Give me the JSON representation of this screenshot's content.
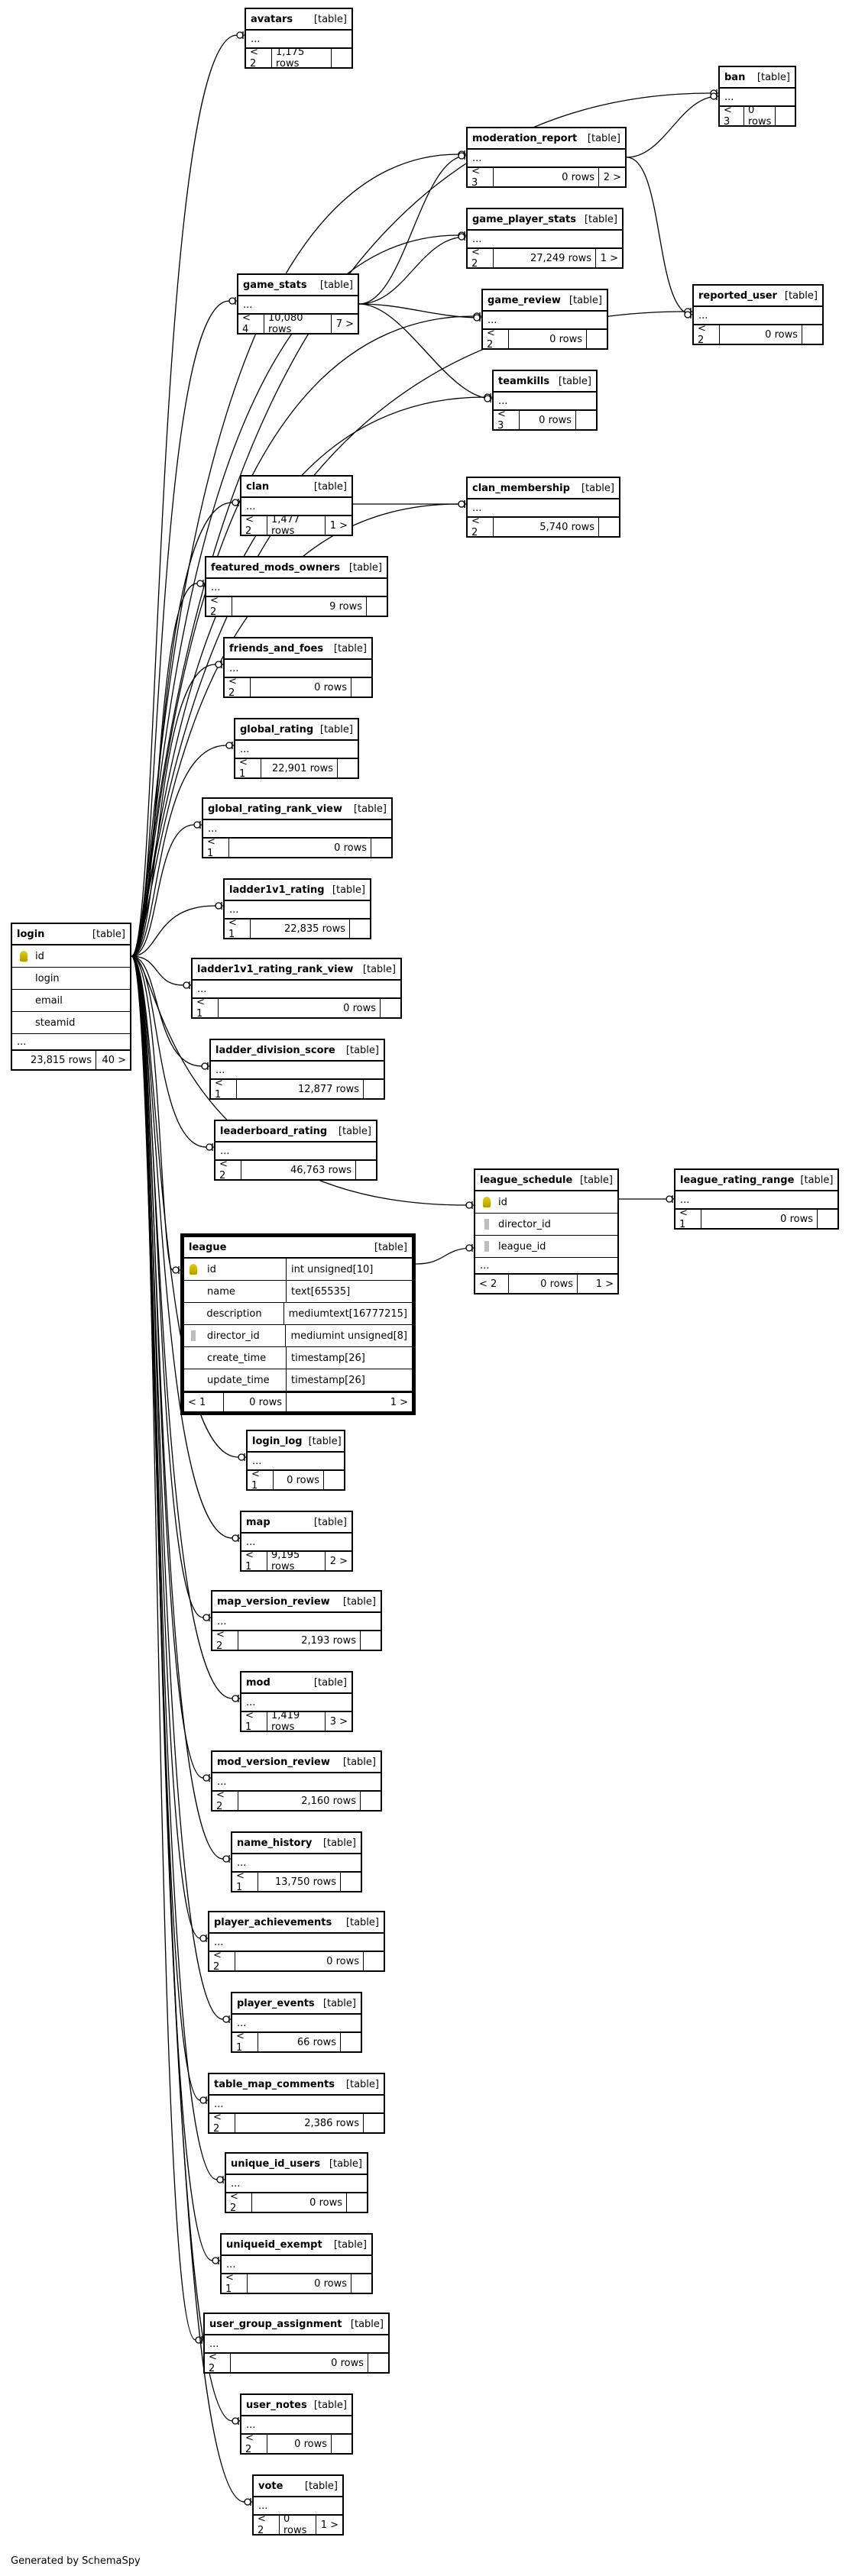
{
  "title": "Generated by SchemaSpy",
  "kind_label": "[table]",
  "ellipsis": "...",
  "main_table": {
    "name": "login",
    "columns": [
      "id",
      "login",
      "email",
      "steamid",
      "..."
    ],
    "footer": [
      "23,815 rows",
      "40 >"
    ]
  },
  "league_table": {
    "name": "league",
    "columns": [
      {
        "name": "id",
        "type": "int unsigned[10]"
      },
      {
        "name": "name",
        "type": "text[65535]"
      },
      {
        "name": "description",
        "type": "mediumtext[16777215]"
      },
      {
        "name": "director_id",
        "type": "mediumint unsigned[8]"
      },
      {
        "name": "create_time",
        "type": "timestamp[26]"
      },
      {
        "name": "update_time",
        "type": "timestamp[26]"
      }
    ],
    "footer": [
      "< 1",
      "0 rows",
      "1 >"
    ]
  },
  "league_schedule": {
    "name": "league_schedule",
    "columns": [
      "id",
      "director_id",
      "league_id",
      "..."
    ],
    "footer": [
      "< 2",
      "0 rows",
      "1 >"
    ]
  },
  "tables": [
    {
      "id": "avatars",
      "name": "avatars",
      "footer": [
        "< 2",
        "1,175 rows"
      ]
    },
    {
      "id": "ban",
      "name": "ban",
      "footer": [
        "< 3",
        "0 rows"
      ]
    },
    {
      "id": "moderation_report",
      "name": "moderation_report",
      "footer": [
        "< 3",
        "0 rows",
        "2 >"
      ]
    },
    {
      "id": "game_player_stats",
      "name": "game_player_stats",
      "footer": [
        "< 2",
        "27,249 rows",
        "1 >"
      ]
    },
    {
      "id": "game_stats",
      "name": "game_stats",
      "footer": [
        "< 4",
        "10,080 rows",
        "7 >"
      ]
    },
    {
      "id": "game_review",
      "name": "game_review",
      "footer": [
        "< 2",
        "0 rows"
      ]
    },
    {
      "id": "reported_user",
      "name": "reported_user",
      "footer": [
        "< 2",
        "0 rows"
      ]
    },
    {
      "id": "teamkills",
      "name": "teamkills",
      "footer": [
        "< 3",
        "0 rows"
      ]
    },
    {
      "id": "clan",
      "name": "clan",
      "footer": [
        "< 2",
        "1,477 rows",
        "1 >"
      ]
    },
    {
      "id": "clan_membership",
      "name": "clan_membership",
      "footer": [
        "< 2",
        "5,740 rows"
      ]
    },
    {
      "id": "featured_mods_owners",
      "name": "featured_mods_owners",
      "footer": [
        "< 2",
        "9 rows"
      ]
    },
    {
      "id": "friends_and_foes",
      "name": "friends_and_foes",
      "footer": [
        "< 2",
        "0 rows"
      ]
    },
    {
      "id": "global_rating",
      "name": "global_rating",
      "footer": [
        "< 1",
        "22,901 rows"
      ]
    },
    {
      "id": "global_rating_rank_view",
      "name": "global_rating_rank_view",
      "footer": [
        "< 1",
        "0 rows"
      ]
    },
    {
      "id": "ladder1v1_rating",
      "name": "ladder1v1_rating",
      "footer": [
        "< 1",
        "22,835 rows"
      ]
    },
    {
      "id": "ladder1v1_rating_rank_view",
      "name": "ladder1v1_rating_rank_view",
      "footer": [
        "< 1",
        "0 rows"
      ]
    },
    {
      "id": "ladder_division_score",
      "name": "ladder_division_score",
      "footer": [
        "< 1",
        "12,877 rows"
      ]
    },
    {
      "id": "leaderboard_rating",
      "name": "leaderboard_rating",
      "footer": [
        "< 2",
        "46,763 rows"
      ]
    },
    {
      "id": "league_rating_range",
      "name": "league_rating_range",
      "footer": [
        "< 1",
        "0 rows"
      ]
    },
    {
      "id": "login_log",
      "name": "login_log",
      "footer": [
        "< 1",
        "0 rows"
      ]
    },
    {
      "id": "map",
      "name": "map",
      "footer": [
        "< 1",
        "9,195 rows",
        "2 >"
      ]
    },
    {
      "id": "map_version_review",
      "name": "map_version_review",
      "footer": [
        "< 2",
        "2,193 rows"
      ]
    },
    {
      "id": "mod",
      "name": "mod",
      "footer": [
        "< 1",
        "1,419 rows",
        "3 >"
      ]
    },
    {
      "id": "mod_version_review",
      "name": "mod_version_review",
      "footer": [
        "< 2",
        "2,160 rows"
      ]
    },
    {
      "id": "name_history",
      "name": "name_history",
      "footer": [
        "< 1",
        "13,750 rows"
      ]
    },
    {
      "id": "player_achievements",
      "name": "player_achievements",
      "footer": [
        "< 2",
        "0 rows"
      ]
    },
    {
      "id": "player_events",
      "name": "player_events",
      "footer": [
        "< 1",
        "66 rows"
      ]
    },
    {
      "id": "table_map_comments",
      "name": "table_map_comments",
      "footer": [
        "< 2",
        "2,386 rows"
      ]
    },
    {
      "id": "unique_id_users",
      "name": "unique_id_users",
      "footer": [
        "< 2",
        "0 rows"
      ]
    },
    {
      "id": "uniqueid_exempt",
      "name": "uniqueid_exempt",
      "footer": [
        "< 1",
        "0 rows"
      ]
    },
    {
      "id": "user_group_assignment",
      "name": "user_group_assignment",
      "footer": [
        "< 2",
        "0 rows"
      ]
    },
    {
      "id": "user_notes",
      "name": "user_notes",
      "footer": [
        "< 2",
        "0 rows"
      ]
    },
    {
      "id": "vote",
      "name": "vote",
      "footer": [
        "< 2",
        "0 rows",
        "1 >"
      ]
    }
  ]
}
